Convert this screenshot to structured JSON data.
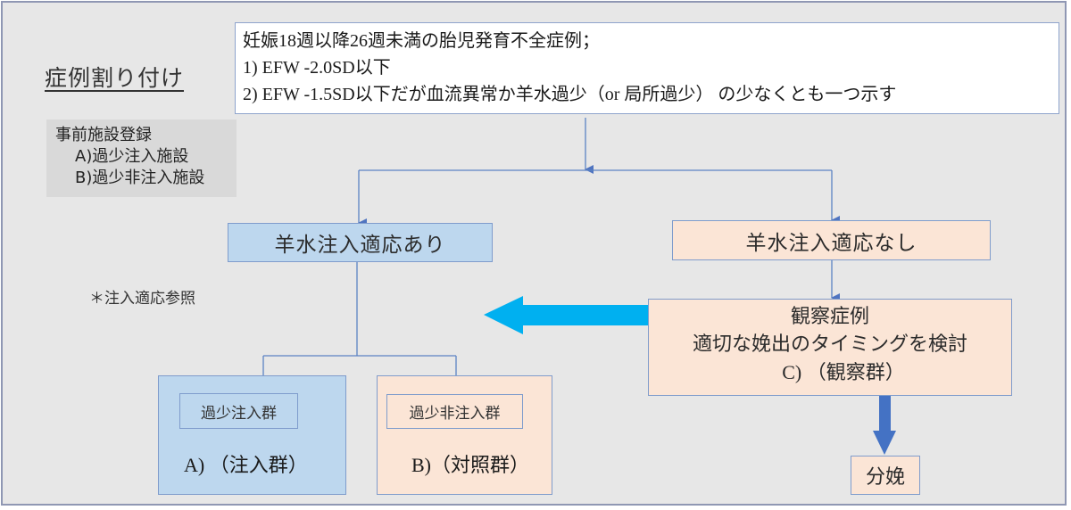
{
  "title": "症例割り付け",
  "criteria": {
    "heading": "妊娠18週以降26週未満の胎児発育不全症例；",
    "items": [
      "1) EFW -2.0SD以下",
      "2) EFW -1.5SD以下だが血流異常か羊水過少（or 局所過少） の少なくとも一つ示す"
    ]
  },
  "registry": {
    "heading": "事前施設登録",
    "items": [
      "A)過少注入施設",
      "B)過少非注入施設"
    ]
  },
  "branches": {
    "indicated": "羊水注入適応あり",
    "not_indicated": "羊水注入適応なし"
  },
  "note": "＊注入適応参照",
  "groups": [
    {
      "label": "過少注入群",
      "name": "A) （注入群）"
    },
    {
      "label": "過少非注入群",
      "name": "B)（対照群）"
    }
  ],
  "observation": {
    "lines": [
      "観察症例",
      "適切な娩出のタイミングを検討",
      "C) （観察群）"
    ]
  },
  "outcome": "分娩",
  "colors": {
    "background": "#e7e7e7",
    "frame_border": "#8f97b3",
    "connector": "#5b82c4",
    "blue_fill": "#bdd7ee",
    "peach_fill": "#fbe5d6",
    "registry_fill": "#d9d9d9",
    "cyan_arrow": "#00b0f0",
    "blue_arrow": "#4472c4"
  }
}
